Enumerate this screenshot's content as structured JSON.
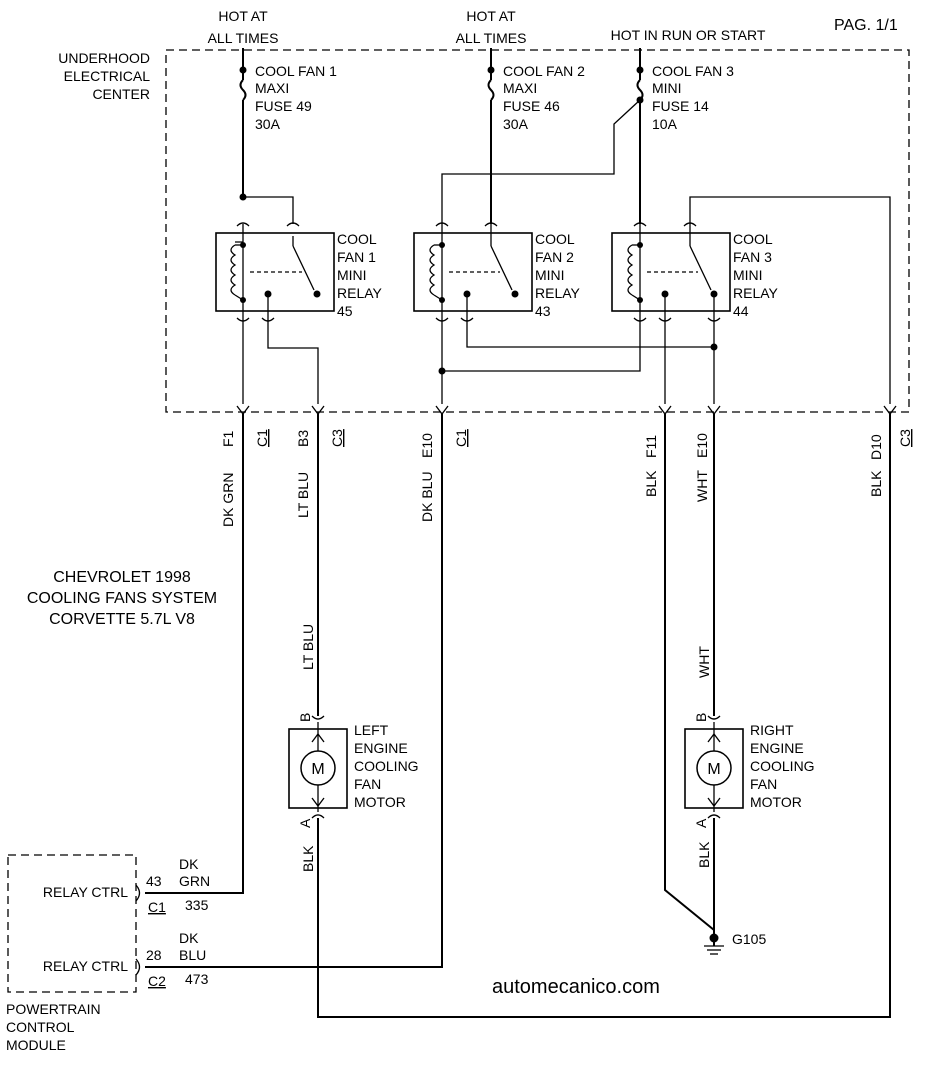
{
  "page_label": "PAG. 1/1",
  "underhood_label": [
    "UNDERHOOD",
    "ELECTRICAL",
    "CENTER"
  ],
  "power_labels": [
    [
      "HOT AT",
      "ALL TIMES"
    ],
    [
      "HOT AT",
      "ALL TIMES"
    ],
    [
      "HOT IN RUN OR START"
    ]
  ],
  "fuses": [
    [
      "COOL FAN 1",
      "MAXI",
      "FUSE 49",
      "30A"
    ],
    [
      "COOL FAN 2",
      "MAXI",
      "FUSE 46",
      "30A"
    ],
    [
      "COOL FAN 3",
      "MINI",
      "FUSE 14",
      "10A"
    ]
  ],
  "relays": [
    [
      "COOL",
      "FAN 1",
      "MINI",
      "RELAY",
      "45"
    ],
    [
      "COOL",
      "FAN 2",
      "MINI",
      "RELAY",
      "43"
    ],
    [
      "COOL",
      "FAN 3",
      "MINI",
      "RELAY",
      "44"
    ]
  ],
  "connector_pins": [
    {
      "pin": "F1",
      "conn": "C1",
      "color": "DK GRN"
    },
    {
      "pin": "B3",
      "conn": "C3",
      "color": "LT BLU"
    },
    {
      "pin": "E10",
      "conn": "C1",
      "color": "DK BLU"
    },
    {
      "pin": "F11",
      "color": "BLK"
    },
    {
      "pin": "E10",
      "color": "WHT"
    },
    {
      "pin": "D10",
      "conn": "C3",
      "color": "BLK"
    }
  ],
  "title": [
    "CHEVROLET 1998",
    "COOLING FANS SYSTEM",
    "CORVETTE 5.7L V8"
  ],
  "left_motor": {
    "upper_wire": "LT BLU",
    "pin_b": "B",
    "pin_a": "A",
    "lower_wire": "BLK",
    "symbol": "M",
    "label": [
      "LEFT",
      "ENGINE",
      "COOLING",
      "FAN",
      "MOTOR"
    ]
  },
  "right_motor": {
    "upper_wire": "WHT",
    "pin_b": "B",
    "pin_a": "A",
    "lower_wire": "BLK",
    "symbol": "M",
    "label": [
      "RIGHT",
      "ENGINE",
      "COOLING",
      "FAN",
      "MOTOR"
    ]
  },
  "ground": "G105",
  "pcm": {
    "circuits": [
      {
        "label": "RELAY CTRL",
        "pin": "43",
        "conn": "C1",
        "wire": [
          "DK",
          "GRN"
        ],
        "circuit": "335"
      },
      {
        "label": "RELAY CTRL",
        "pin": "28",
        "conn": "C2",
        "wire": [
          "DK",
          "BLU"
        ],
        "circuit": "473"
      }
    ],
    "name": [
      "POWERTRAIN",
      "CONTROL",
      "MODULE"
    ]
  },
  "watermark": "automecanico.com"
}
